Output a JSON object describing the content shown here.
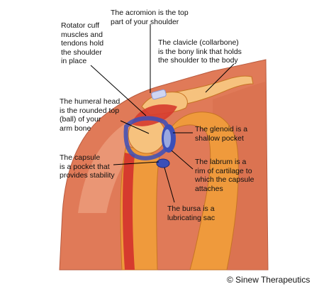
{
  "labels": {
    "acromion": [
      "The acromion is the top",
      "part of your shoulder"
    ],
    "rotator_cuff": [
      "Rotator cuff",
      "muscles and",
      "tendons hold",
      "the shoulder",
      "in place"
    ],
    "clavicle": [
      "The clavicle  (collarbone)",
      "is the bony link that holds",
      "the shoulder to the body"
    ],
    "humeral_head": [
      "The humeral head",
      "is the rounded top",
      "(ball) of your",
      "arm bone"
    ],
    "glenoid": [
      "The glenoid is a",
      "shallow pocket"
    ],
    "capsule": [
      "The capsule",
      "is a pocket that",
      "provides stability"
    ],
    "labrum": [
      "The labrum is a",
      "rim of cartilage to",
      "which the capsule",
      "attaches"
    ],
    "bursa": [
      "The bursa is a",
      "lubricating sac"
    ]
  },
  "copyright": "© Sinew Therapeutics",
  "colors": {
    "skin": "#e07a58",
    "skin_light": "#f0a888",
    "bone": "#ef9a3c",
    "bone_light": "#f6c27e",
    "muscle": "#d63b2e",
    "cartilage_blue": "#3b4fb8",
    "bursa_blue": "#9aa8e0"
  }
}
